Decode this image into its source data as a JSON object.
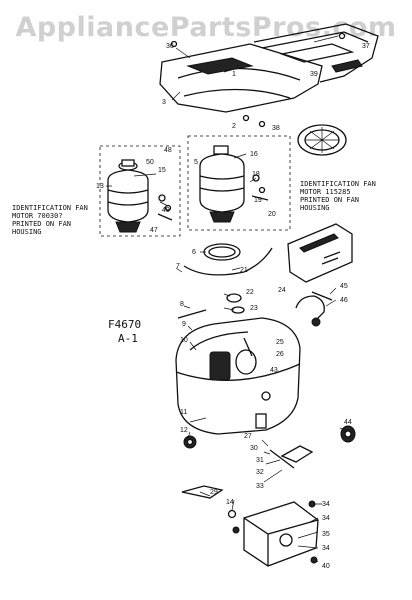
{
  "watermark": "AppliancePartsPros.com",
  "figure": {
    "id": "F4670",
    "sheet": "A-1"
  },
  "notes": {
    "left": "IDENTIFICATION FAN\nMOTOR 70030?\nPRINTED ON FAN\nHOUSING",
    "right": "IDENTIFICATION FAN\nMOTOR 115285\nPRINTED ON FAN\nHOUSING"
  },
  "labels": {
    "n36": "36",
    "n37": "37",
    "n1": "1",
    "n3a": "3",
    "n39": "39",
    "n38": "38",
    "n2": "2",
    "n48": "48",
    "n50": "50",
    "n15": "15",
    "n13": "13",
    "n49": "49",
    "n47": "47",
    "n5": "5",
    "n16": "16",
    "n18": "18",
    "n19": "19",
    "n20": "20",
    "n6": "6",
    "n7": "7",
    "n21": "21",
    "n22": "22",
    "n23": "23",
    "n24": "24",
    "n45": "45",
    "n46": "46",
    "n8": "8",
    "n9": "9",
    "n10": "10",
    "n25": "25",
    "n26": "26",
    "n43": "43",
    "n11": "11",
    "n12": "12",
    "n27": "27",
    "n44": "44",
    "n30": "30",
    "n31": "31",
    "n32": "32",
    "n33": "33",
    "n29": "29",
    "n14": "14",
    "n34": "34",
    "n35": "35",
    "n40": "40"
  }
}
